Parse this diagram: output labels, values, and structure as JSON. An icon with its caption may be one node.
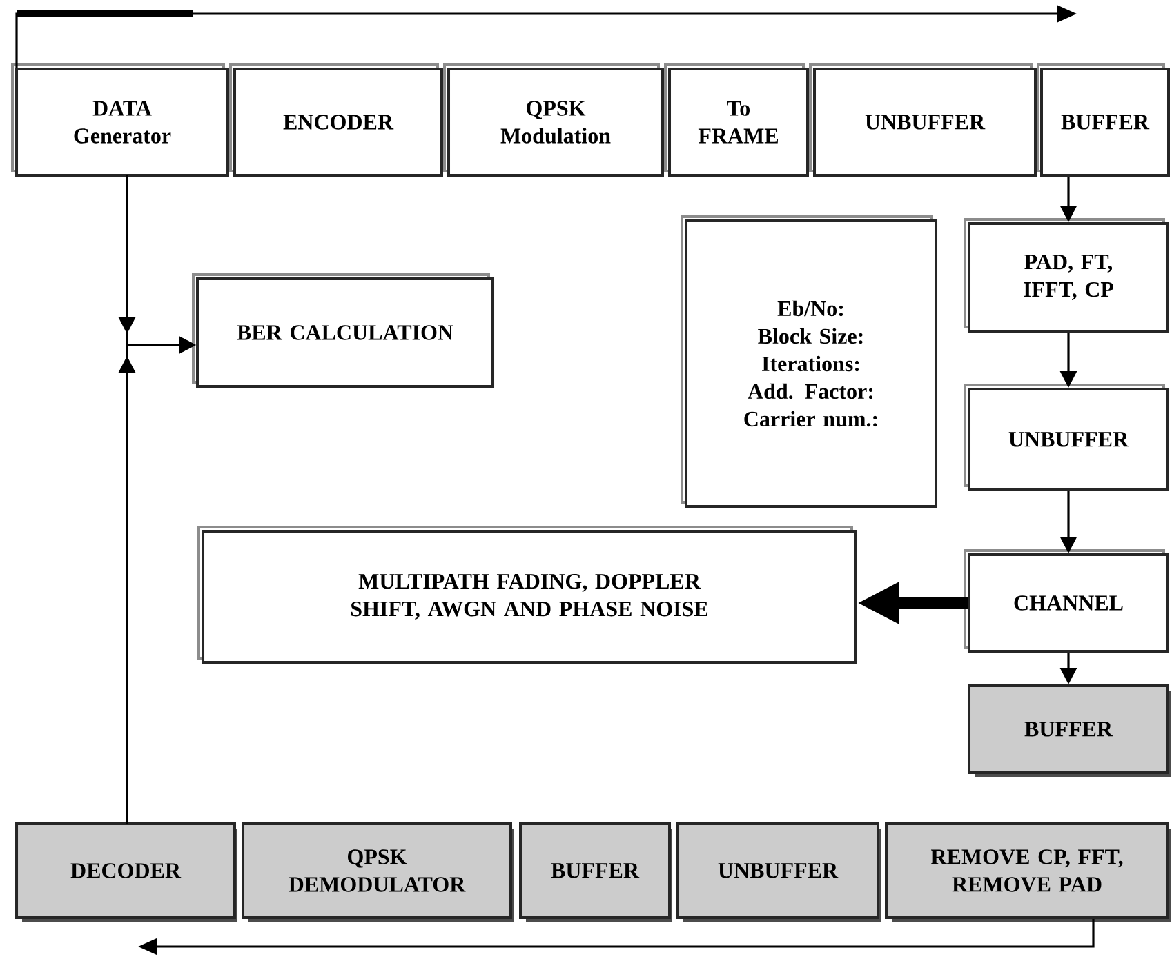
{
  "diagram": {
    "nodes": [
      {
        "text": [
          "DATA Generator"
        ]
      },
      {
        "text": [
          "ENCODER"
        ]
      },
      {
        "text": [
          "QPSK Modulation"
        ]
      },
      {
        "text": [
          "To FRAME"
        ]
      },
      {
        "text": [
          "UNBUFFER"
        ]
      },
      {
        "text": [
          "BUFFER"
        ]
      },
      {
        "text": [
          "BER CALCULATION"
        ]
      },
      {
        "text": [
          "Eb/No:",
          "Block Size:",
          "Iterations:",
          "Add. Factor:",
          "Carrier num.:"
        ]
      },
      {
        "text": [
          "PAD, FT, IFFT, CP"
        ]
      },
      {
        "text": [
          "UNBUFFER"
        ]
      },
      {
        "text": [
          "CHANNEL"
        ]
      },
      {
        "text": [
          "MULTIPATH FADING, DOPPLER SHIFT, AWGN AND PHASE NOISE"
        ]
      },
      {
        "text": [
          "BUFFER"
        ]
      },
      {
        "text": [
          "DECODER"
        ]
      },
      {
        "text": [
          "QPSK DEMODULATOR"
        ]
      },
      {
        "text": [
          "BUFFER"
        ]
      },
      {
        "text": [
          "UNBUFFER"
        ]
      },
      {
        "text": [
          "REMOVE CP, FFT, REMOVE PAD"
        ]
      }
    ],
    "edges": [
      {
        "from": 5,
        "to": 8,
        "arrow": "to"
      },
      {
        "from": 8,
        "to": 9,
        "arrow": "to"
      },
      {
        "from": 9,
        "to": 10,
        "arrow": "to"
      },
      {
        "from": 10,
        "to": 11,
        "arrow": "to",
        "style": "thick"
      },
      {
        "from": 10,
        "to": 12,
        "arrow": "to"
      },
      {
        "from": 0,
        "to": 6,
        "arrow": "to"
      },
      {
        "from": 13,
        "to": 6,
        "arrow": "to"
      },
      {
        "from": 0,
        "to": null,
        "arrow": "to"
      },
      {
        "from": 17,
        "to": null,
        "arrow": "to"
      }
    ]
  }
}
